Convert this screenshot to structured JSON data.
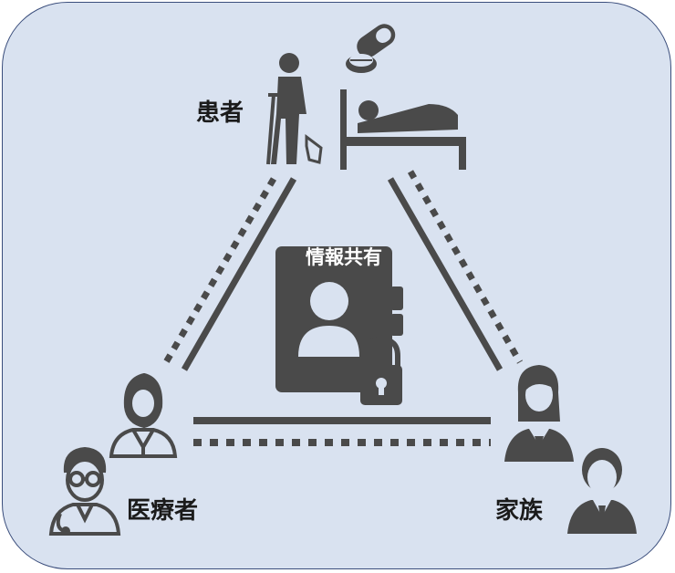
{
  "labels": {
    "patient": "患者",
    "center": "情報共有",
    "medical": "医療者",
    "family": "家族"
  },
  "colors": {
    "background": "#d9e2f0",
    "border": "#3b4e7c",
    "icon": "#4a4a4a"
  },
  "icons": [
    "pills-icon",
    "crutch-person-icon",
    "bed-patient-icon",
    "contact-book-icon",
    "lock-icon",
    "female-nurse-icon",
    "male-doctor-icon",
    "female-family-icon",
    "male-family-icon"
  ]
}
